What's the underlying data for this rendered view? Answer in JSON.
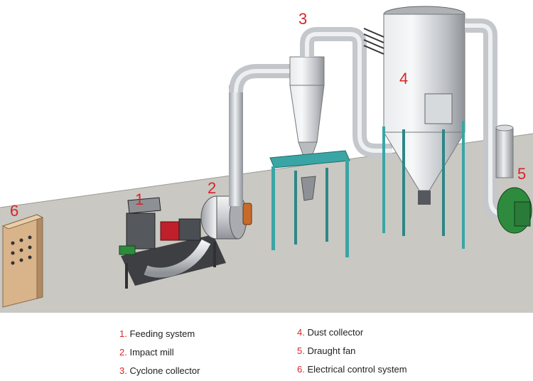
{
  "callouts": [
    {
      "num": "1"
    },
    {
      "num": "2"
    },
    {
      "num": "3"
    },
    {
      "num": "4"
    },
    {
      "num": "5"
    },
    {
      "num": "6"
    }
  ],
  "legend": [
    {
      "num": "1.",
      "label": "Feeding system"
    },
    {
      "num": "2.",
      "label": "Impact mill"
    },
    {
      "num": "3.",
      "label": "Cyclone collector"
    },
    {
      "num": "4.",
      "label": "Dust collector"
    },
    {
      "num": "5.",
      "label": "Draught fan"
    },
    {
      "num": "6.",
      "label": "Electrical control system"
    }
  ],
  "colors": {
    "callout": "#d6262a",
    "floor": "#c9c8c2",
    "steel": "#c8cbcf",
    "frame_teal": "#3aa5a5",
    "cabinet": "#d9b48a",
    "motor_red": "#c0202a",
    "motor_green": "#2e8b3e"
  }
}
